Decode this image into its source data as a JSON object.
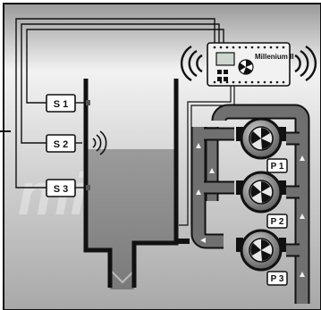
{
  "controller": {
    "name": "Millenium II"
  },
  "sensors": [
    {
      "label": "S 1"
    },
    {
      "label": "S 2"
    },
    {
      "label": "S 3"
    }
  ],
  "pumps": [
    {
      "label": "P 1"
    },
    {
      "label": "P 2"
    },
    {
      "label": "P 3"
    }
  ],
  "colors": {
    "background": "#bdbdbd",
    "water": "#8a8a8a",
    "pipe": "#707070",
    "wire": "#111111"
  },
  "icons": [
    "wireless-signal-icon",
    "pump-fan-icon",
    "flow-arrow-icon"
  ]
}
